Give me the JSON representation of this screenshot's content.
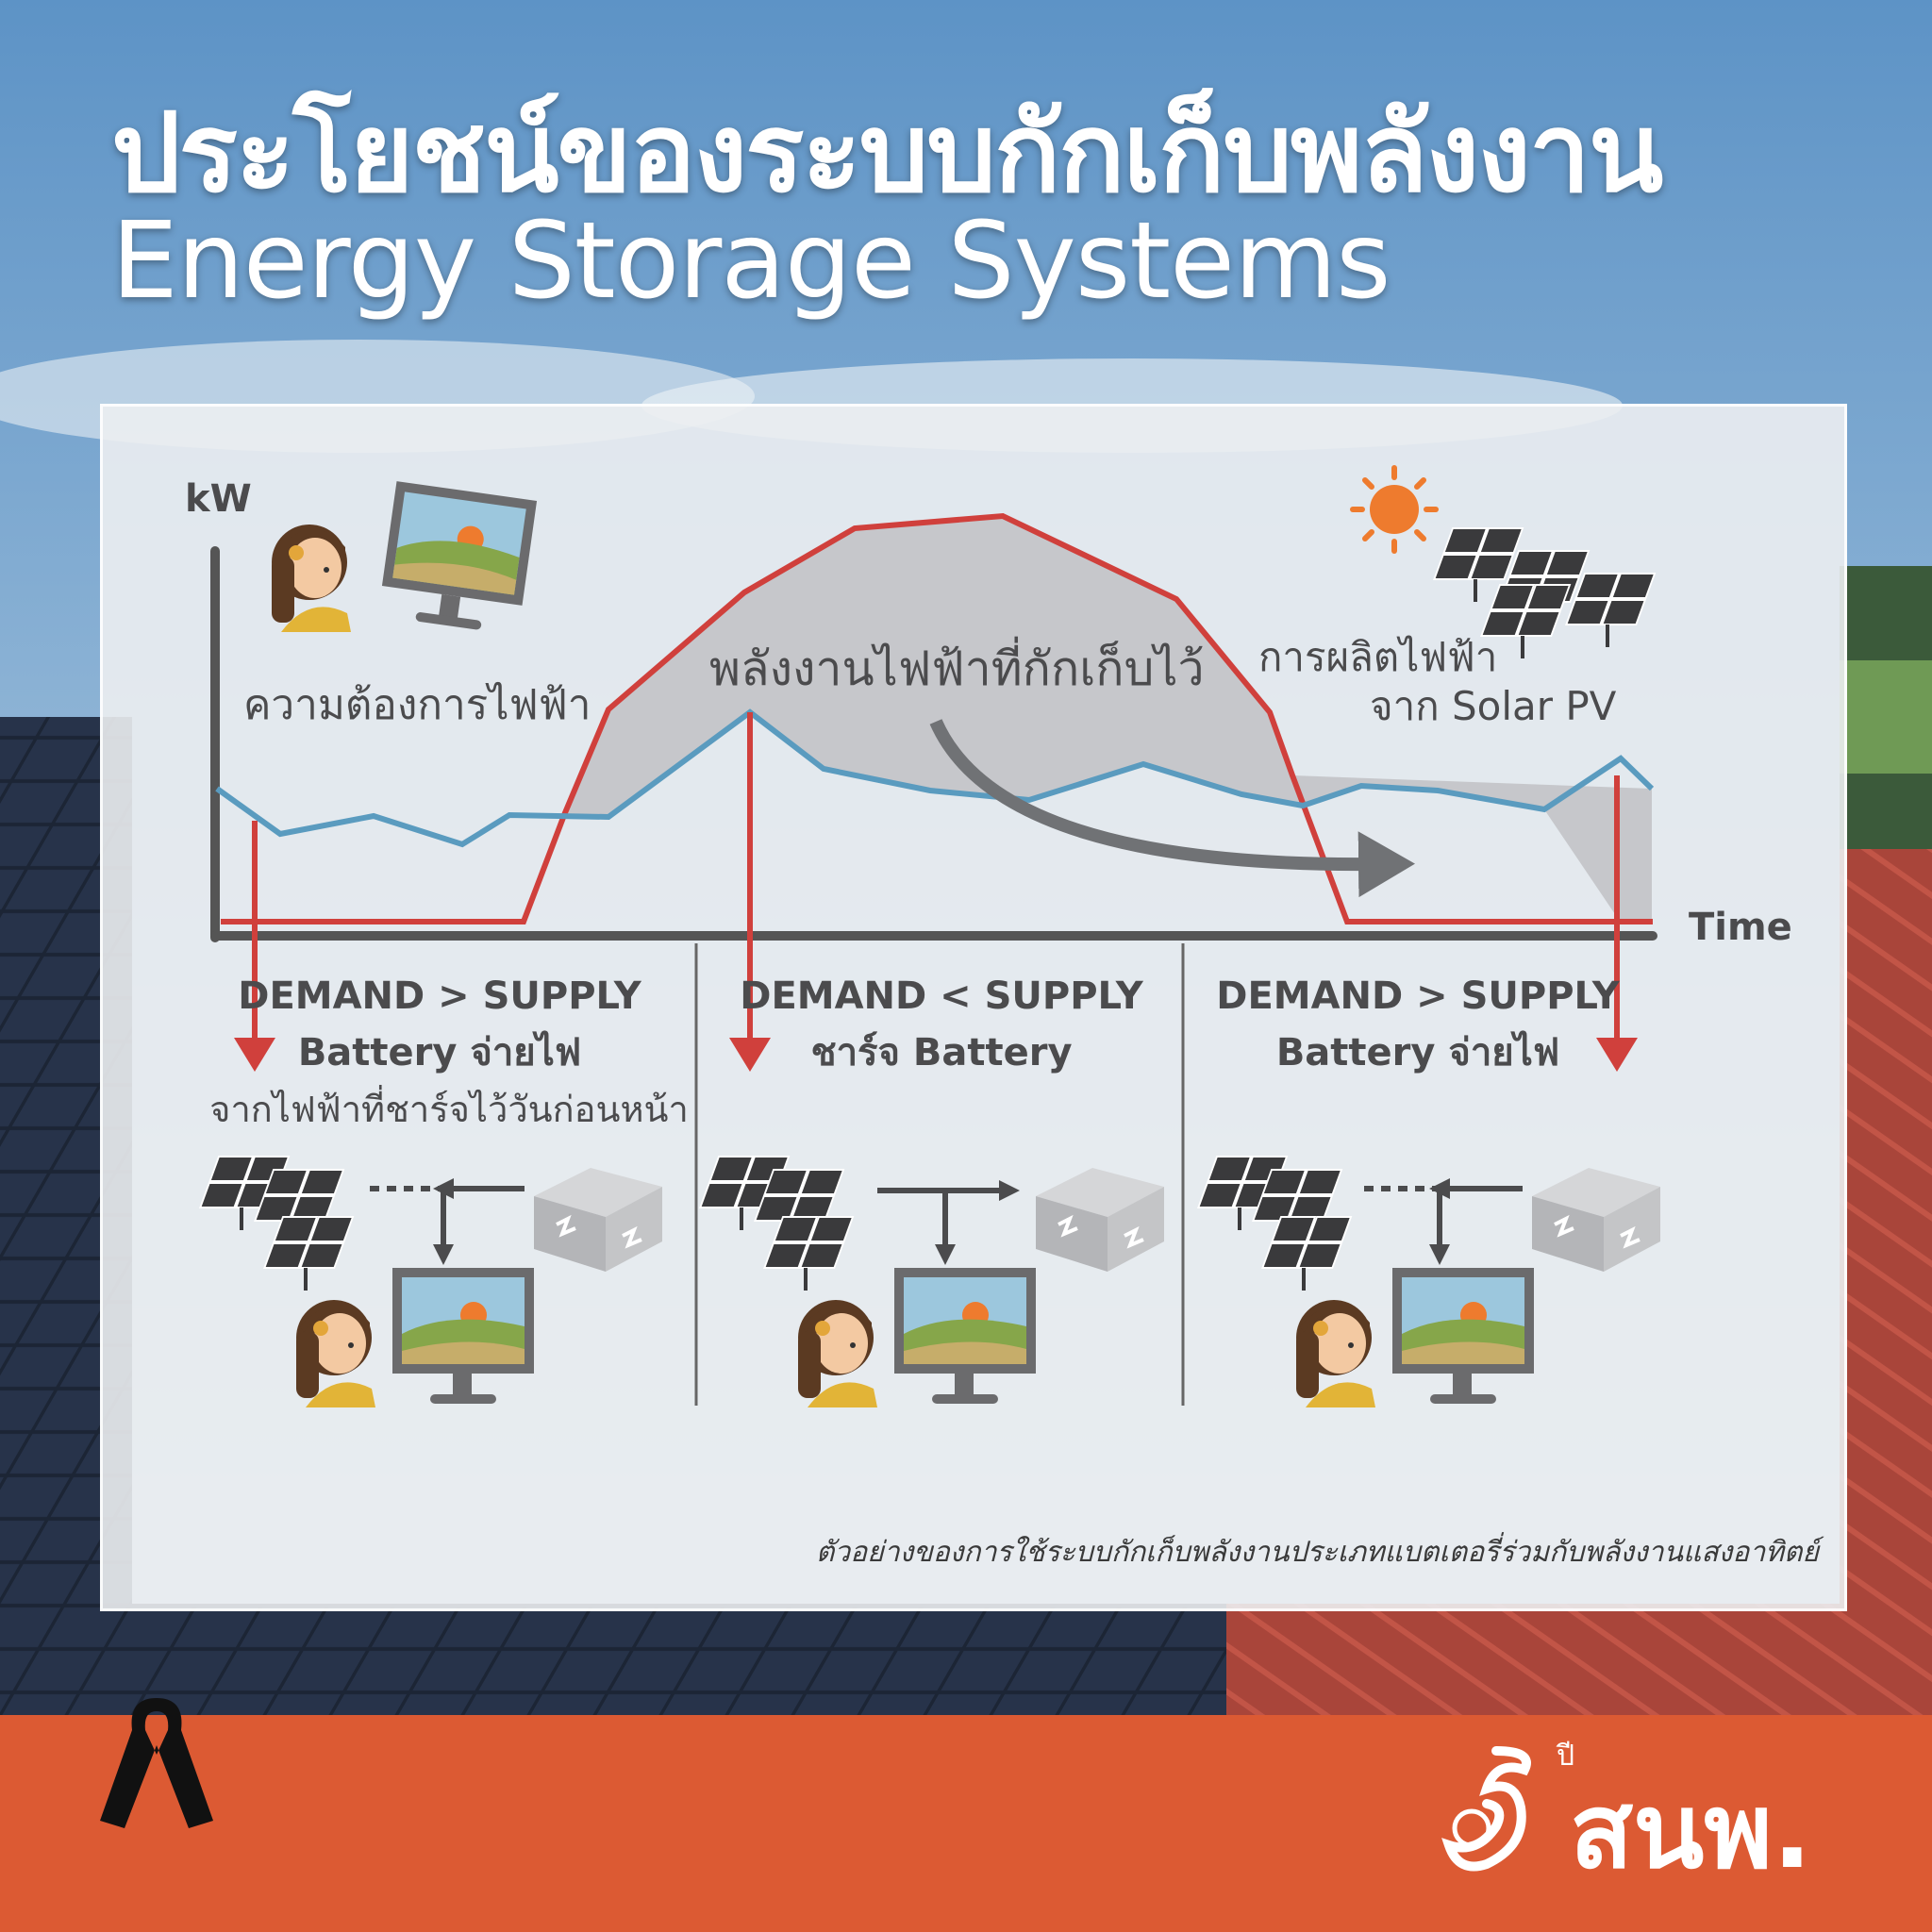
{
  "header": {
    "title_th": "ประโยชน์ของระบบกักเก็บพลังงาน",
    "title_en": "Energy Storage Systems"
  },
  "chart": {
    "y_axis_label": "kW",
    "x_axis_label": "Time",
    "demand_label": "ความต้องการไฟฟ้า",
    "stored_energy_label": "พลังงานไฟฟ้าที่กักเก็บไว้",
    "solar_label_line1": "การผลิตไฟฟ้า",
    "solar_label_line2": "จาก Solar PV"
  },
  "sections": [
    {
      "condition": "DEMAND > SUPPLY",
      "line2": "Battery จ่ายไฟ",
      "line3": "จากไฟฟ้าที่ชาร์จไว้วันก่อนหน้า"
    },
    {
      "condition": "DEMAND < SUPPLY",
      "line2": "ชาร์จ Battery"
    },
    {
      "condition": "DEMAND > SUPPLY",
      "line2": "Battery จ่ายไฟ"
    }
  ],
  "caption": "ตัวอย่างของการใช้ระบบกักเก็บพลังงานประเภทแบตเตอรี่ร่วมกับพลังงานแสงอาทิตย์",
  "footer": {
    "logo_text": "สนพ.",
    "logo_superscript": "ปี",
    "logo_numeral": "5",
    "color": "#dc5a33"
  },
  "colors": {
    "supply_line": "#d0403c",
    "demand_line": "#5a9bbf",
    "stored_area": "#c4c5c8",
    "axis": "#555555"
  }
}
